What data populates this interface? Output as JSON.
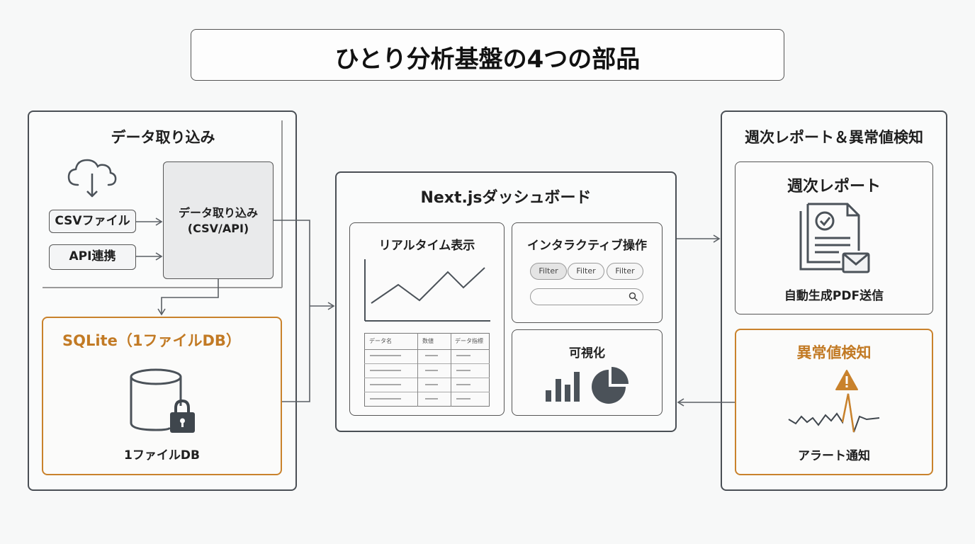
{
  "title": "ひとり分析基盤の4つの部品",
  "ingest": {
    "heading": "データ取り込み",
    "csv_label": "CSVファイル",
    "api_label": "API連携",
    "process_line1": "データ取り込み",
    "process_line2": "(CSV/API)"
  },
  "sqlite": {
    "heading": "SQLite（1ファイルDB）",
    "db_label": "1ファイルDB"
  },
  "dashboard": {
    "heading": "Next.jsダッシュボード",
    "realtime_title": "リアルタイム表示",
    "table_headers": [
      "データ名",
      "数値",
      "データ指標"
    ],
    "interactive_title": "インタラクティブ操作",
    "filters": [
      "Filter",
      "Filter",
      "Filter"
    ],
    "visual_title": "可視化"
  },
  "report": {
    "heading": "週次レポート＆異常値検知",
    "weekly_title": "週次レポート",
    "weekly_caption": "自動生成PDF送信",
    "anomaly_title": "異常値検知",
    "anomaly_caption": "アラート通知"
  },
  "colors": {
    "accent": "#c9822c",
    "border": "#4a4f55",
    "icon": "#4b5259"
  }
}
